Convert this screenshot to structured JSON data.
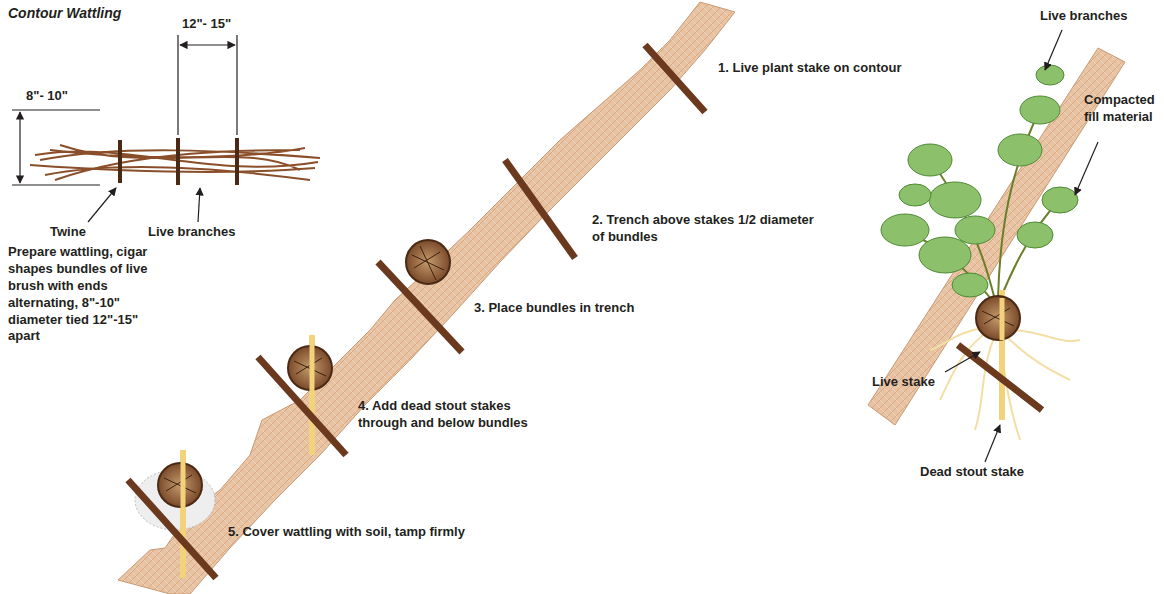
{
  "diagram": {
    "title": "Contour Wattling",
    "labels": [
      "8\"- 10\"",
      "12\"- 15\"",
      "Twine",
      "Live branches",
      "Prepare wattling, cigar shapes bundles of live brush with ends alternating, 8\"-10\" diameter tied 12\"-15\" apart",
      "1. Live plant stake on contour",
      "2. Trench above stakes 1/2 diameter of bundles",
      "3. Place bundles in trench",
      "4. Add dead stout stakes through and below bundles",
      "5. Cover wattling with soil, tamp firmly",
      "Live branches",
      "Compacted fill material",
      "Live stake",
      "Dead stout stake"
    ]
  }
}
